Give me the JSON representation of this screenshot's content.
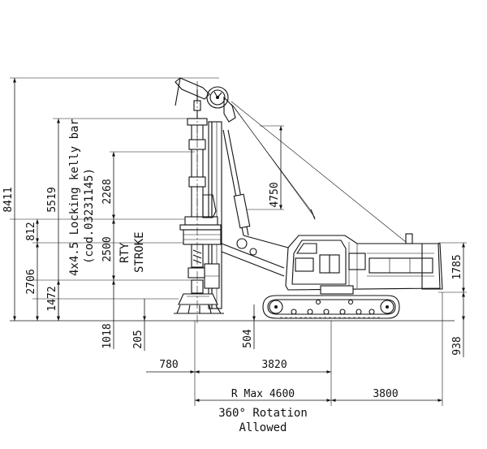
{
  "drawing": {
    "dimensions": {
      "d8411": "8411",
      "d5519": "5519",
      "d812": "812",
      "d2706": "2706",
      "d1472": "1472",
      "d1018": "1018",
      "d2268": "2268",
      "d2500": "2500",
      "d205": "205",
      "d4750": "4750",
      "d504": "504",
      "d1785": "1785",
      "d938": "938",
      "d780": "780",
      "d3820": "3820",
      "d3800": "3800",
      "rmax": "R Max 4600"
    },
    "labels": {
      "kelly_line1": "4x4.5 Locking kelly bar",
      "kelly_line2": "(cod.03231145)",
      "rty": "RTY",
      "stroke": "STROKE",
      "rotation_line1": "360° Rotation",
      "rotation_line2": "Allowed"
    }
  }
}
